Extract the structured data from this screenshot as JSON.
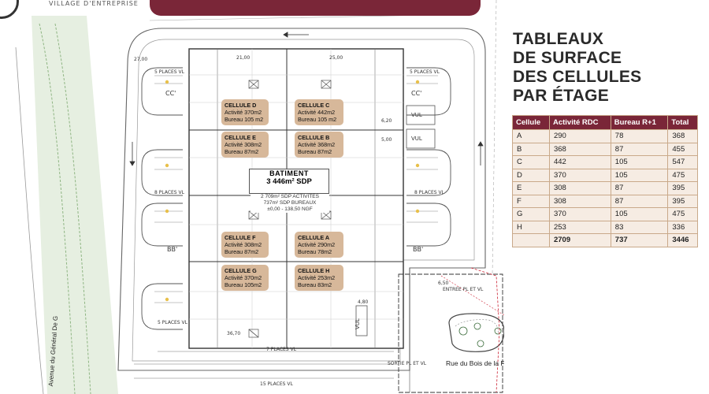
{
  "header": {
    "logo_tagline": "VILLAGE D'ENTREPRISE"
  },
  "panel": {
    "title_lines": [
      "TABLEAUX",
      "DE SURFACE",
      "DES CELLULES",
      "PAR ÉTAGE"
    ],
    "table": {
      "headers": [
        "Cellule",
        "Activité RDC",
        "Bureau R+1",
        "Total"
      ],
      "rows": [
        [
          "A",
          "290",
          "78",
          "368"
        ],
        [
          "B",
          "368",
          "87",
          "455"
        ],
        [
          "C",
          "442",
          "105",
          "547"
        ],
        [
          "D",
          "370",
          "105",
          "475"
        ],
        [
          "E",
          "308",
          "87",
          "395"
        ],
        [
          "F",
          "308",
          "87",
          "395"
        ],
        [
          "G",
          "370",
          "105",
          "475"
        ],
        [
          "H",
          "253",
          "83",
          "336"
        ]
      ],
      "totals": [
        "",
        "2709",
        "737",
        "3446"
      ]
    },
    "colors": {
      "header_bg": "#7a2638",
      "cell_bg": "#f6ece3",
      "border": "#c9a98a"
    }
  },
  "plan": {
    "cells": [
      {
        "name": "CELLULE D",
        "activite": "Activité 370m2",
        "bureau": "Bureau 105 m2"
      },
      {
        "name": "CELLULE C",
        "activite": "Activité 442m2",
        "bureau": "Bureau 105 m2"
      },
      {
        "name": "CELLULE E",
        "activite": "Activité 308m2",
        "bureau": "Bureau 87m2"
      },
      {
        "name": "CELLULE B",
        "activite": "Activité 368m2",
        "bureau": "Bureau 87m2"
      },
      {
        "name": "CELLULE F",
        "activite": "Activité 308m2",
        "bureau": "Bureau 87m2"
      },
      {
        "name": "CELLULE A",
        "activite": "Activité 290m2",
        "bureau": "Bureau 78m2"
      },
      {
        "name": "CELLULE G",
        "activite": "Activité 370m2",
        "bureau": "Bureau 105m2"
      },
      {
        "name": "CELLULE H",
        "activite": "Activité 253m2",
        "bureau": "Bureau 83m2"
      }
    ],
    "batiment": {
      "title": "BATIMENT",
      "sdp": "3 446m² SDP",
      "sub_lines": [
        "2 709m² SDP ACTIVITES",
        "737m² SDP BUREAUX",
        "±0,00 - 138,50 NGF"
      ]
    },
    "zone_labels": {
      "cc": "CC'",
      "bb": "BB'",
      "vul": "VUL"
    },
    "parking_labels": {
      "p5": "5 PLACES VL",
      "p8": "8 PLACES VL",
      "p7": "7 PLACES VL",
      "p15": "15 PLACES VL"
    },
    "road_labels": {
      "avenue": "Avenue du Général De G",
      "rue": "Rue du Bois de la Fontaine",
      "sortie": "SORTIE PL ET VL",
      "entree": "ENTREE PL ET VL"
    },
    "dims": [
      "27,00",
      "21,00",
      "25,00",
      "6,20",
      "5,00",
      "36,70",
      "4,80",
      "6,50"
    ]
  }
}
